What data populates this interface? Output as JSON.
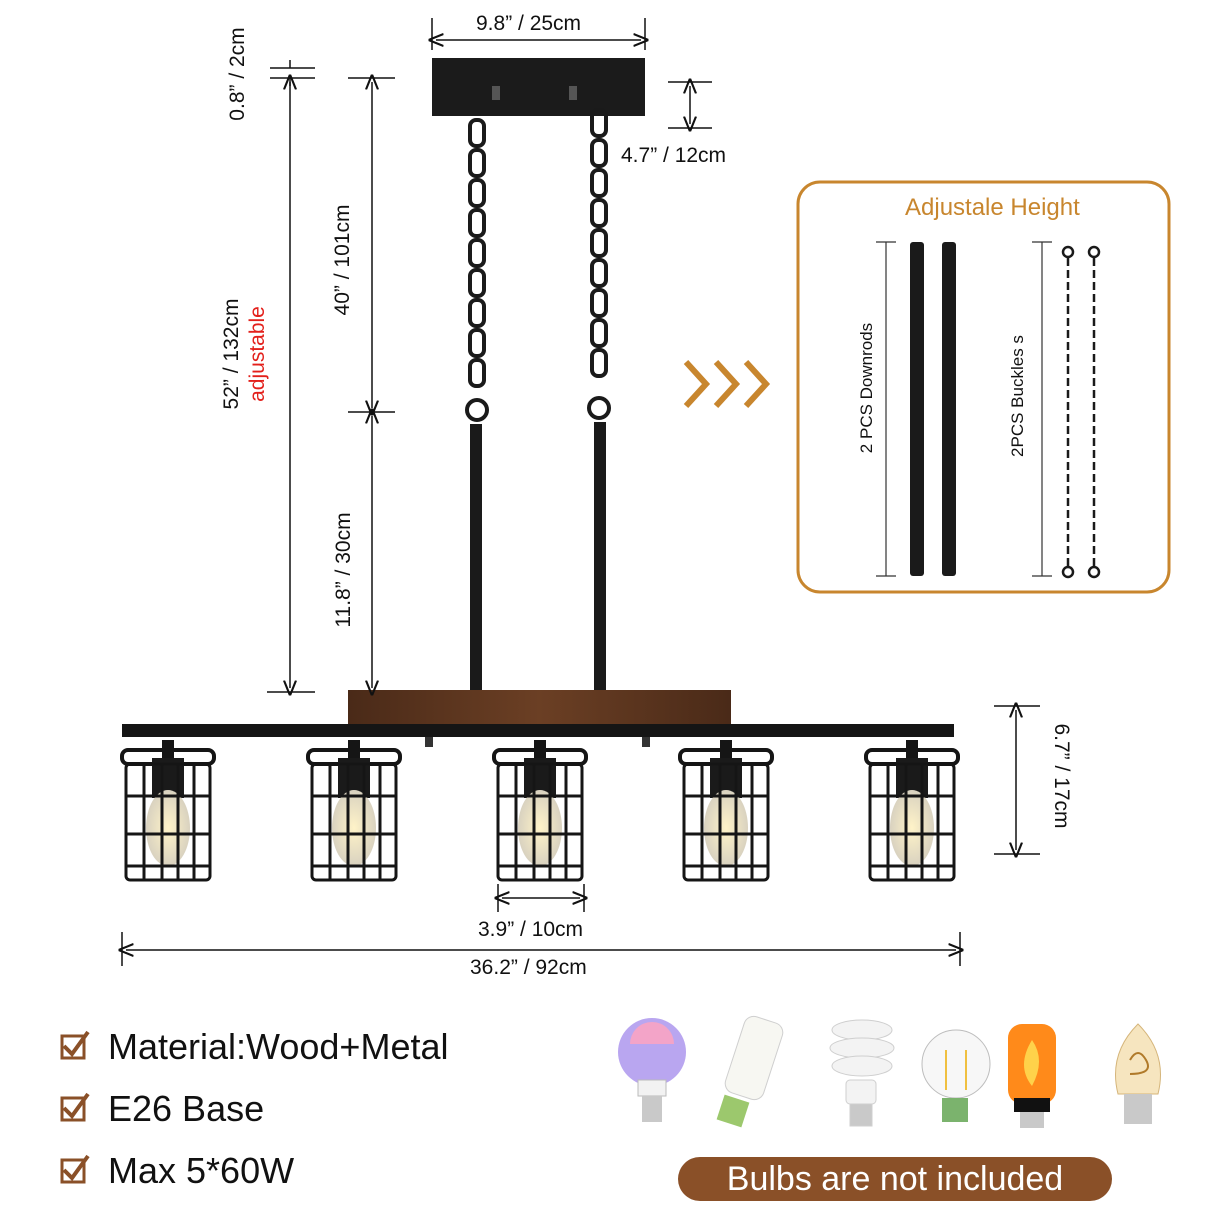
{
  "dimensions": {
    "canopy_width": "9.8” / 25cm",
    "canopy_gap": "0.8” / 2cm",
    "canopy_height": "4.7” / 12cm",
    "chain_length": "40” / 101cm",
    "total_height": "52” / 132cm",
    "adjustable_note": "adjustable",
    "rod_length": "11.8” / 30cm",
    "shade_height": "6.7” / 17cm",
    "shade_width": "3.9” / 10cm",
    "total_width": "36.2” / 92cm"
  },
  "panel": {
    "title": "Adjustale Height",
    "downrods_label": "2 PCS Downrods",
    "buckles_label": "2PCS Buckles s"
  },
  "features": [
    {
      "label": "Material:Wood+Metal",
      "icon": "checkmark-icon"
    },
    {
      "label": "E26 Base",
      "icon": "checkmark-icon"
    },
    {
      "label": "Max 5*60W",
      "icon": "checkmark-icon"
    }
  ],
  "bulbs_notice": "Bulbs are not included",
  "colors": {
    "accent_orange": "#c8862e",
    "notice_brown": "#8a5028",
    "adjustable_red": "#e3201b",
    "metal_black": "#1a1a1a",
    "wood_brown": "#5a3420"
  }
}
